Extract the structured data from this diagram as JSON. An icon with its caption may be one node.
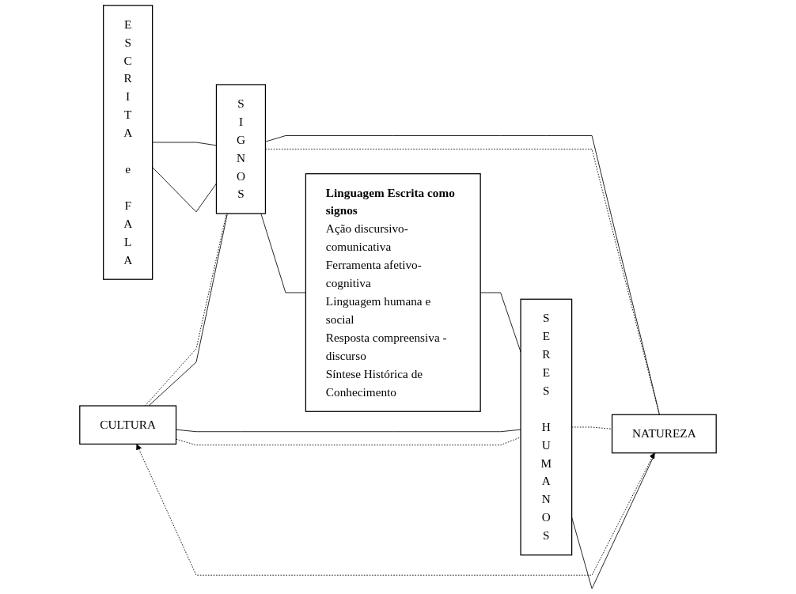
{
  "diagram": {
    "nodes": [
      {
        "text": [
          "CULTURA"
        ]
      },
      {
        "text": [
          "ESCRITA e FALA"
        ]
      },
      {
        "text": [
          "SIGNOS"
        ]
      },
      {
        "text": [
          "Linguagem Escrita como signos",
          "Ação discursivo-comunicativa",
          "Ferramenta afetivo-cognitiva",
          "Linguagem humana e social",
          "Resposta compreensiva - discurso",
          "Síntese Histórica de Conhecimento"
        ]
      },
      {
        "text": [
          "SERES HUMANOS"
        ]
      },
      {
        "text": [
          "NATUREZA"
        ]
      }
    ],
    "edges": [
      {
        "from": 1,
        "to": 2,
        "arrow": "none"
      },
      {
        "from": 1,
        "to": 2,
        "arrow": "none"
      },
      {
        "from": 2,
        "to": 0,
        "arrow": "none"
      },
      {
        "from": 2,
        "to": 5,
        "arrow": "none"
      },
      {
        "from": 2,
        "to": 3,
        "arrow": "none"
      },
      {
        "from": 3,
        "to": 4,
        "arrow": "none"
      },
      {
        "from": 0,
        "to": 4,
        "arrow": "none"
      },
      {
        "from": 5,
        "to": 4,
        "arrow": "none"
      },
      {
        "from": 0,
        "to": 2,
        "arrow": "none",
        "style": "dashed"
      },
      {
        "from": 0,
        "to": 4,
        "arrow": "none",
        "style": "dashed"
      },
      {
        "from": 2,
        "to": 5,
        "arrow": "none",
        "style": "dashed"
      },
      {
        "from": 4,
        "to": 5,
        "arrow": "none",
        "style": "dashed"
      },
      {
        "from": 0,
        "to": 5,
        "arrow": "both",
        "style": "dashed"
      }
    ]
  }
}
